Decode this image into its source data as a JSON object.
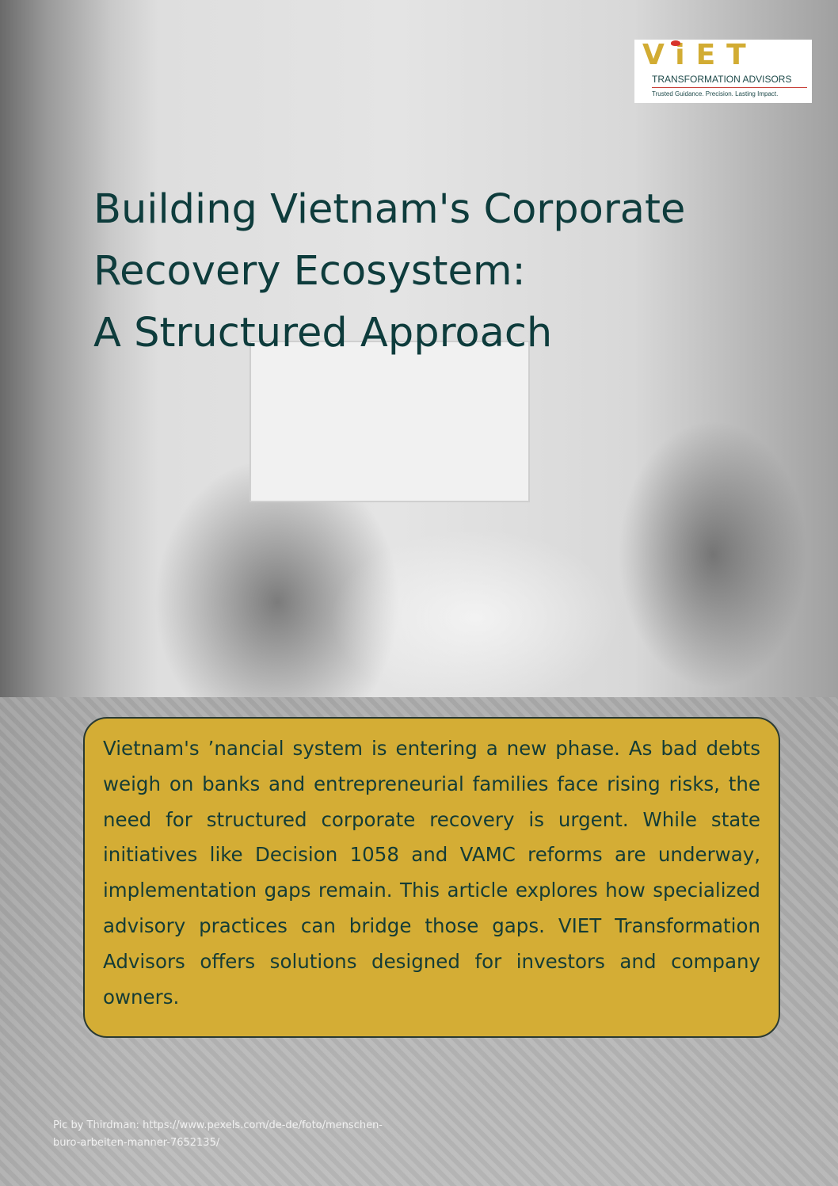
{
  "logo": {
    "wordmark": "ViET",
    "name": "TRANSFORMATION ADVISORS",
    "tagline": "Trusted Guidance.   Precision.   Lasting Impact."
  },
  "title": {
    "line1": "Building Vietnam's Corporate",
    "line2": "Recovery Ecosystem:",
    "line3": "A Structured Approach"
  },
  "summary": "Vietnam's ’nancial system is entering a new phase. As bad debts weigh on banks and entrepreneurial families face rising risks, the need for structured corporate recovery is urgent. While state initiatives like Decision 1058 and VAMC reforms are underway, implementation gaps remain. This article explores how specialized advisory practices can bridge those gaps. VIET Transformation Advisors offers solutions designed for investors and company owners.",
  "photo_credit": "Pic by Thirdman: https://www.pexels.com/de-de/foto/menschen-buro-arbeiten-manner-7652135/",
  "colors": {
    "title": "#0e3c3c",
    "box_fill": "#d4ad35",
    "box_border": "#2a3a33",
    "logo_gold": "#d2ac33"
  }
}
